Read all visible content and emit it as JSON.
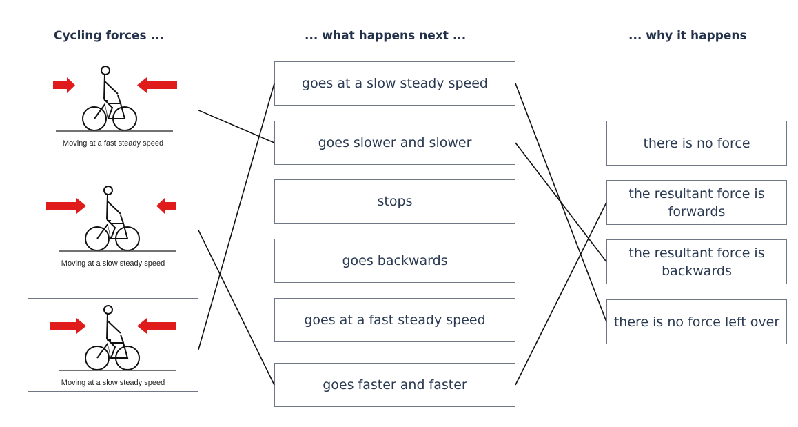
{
  "headings": {
    "left": "Cycling forces ...",
    "middle": "... what happens next ...",
    "right": "... why it happens"
  },
  "cards": [
    {
      "caption": "Moving at a fast steady speed",
      "forward_arrow": "short",
      "backward_arrow": "long"
    },
    {
      "caption": "Moving at a slow steady speed",
      "forward_arrow": "long",
      "backward_arrow": "short"
    },
    {
      "caption": "Moving at a slow steady speed",
      "forward_arrow": "medium",
      "backward_arrow": "medium"
    }
  ],
  "outcomes": [
    "goes at a slow steady speed",
    "goes slower and slower",
    "stops",
    "goes backwards",
    "goes at a fast steady speed",
    "goes faster and faster"
  ],
  "reasons": [
    "there is no force",
    "the resultant force is forwards",
    "the resultant force is backwards",
    "there is no force left over"
  ],
  "links_left_to_middle": [
    [
      0,
      1
    ],
    [
      1,
      5
    ],
    [
      2,
      0
    ]
  ],
  "links_middle_to_right": [
    [
      0,
      3
    ],
    [
      1,
      2
    ],
    [
      5,
      1
    ]
  ],
  "colors": {
    "arrow": "#e01b1b",
    "line": "#111111",
    "border": "#6f7784",
    "text": "#2a3a52"
  }
}
